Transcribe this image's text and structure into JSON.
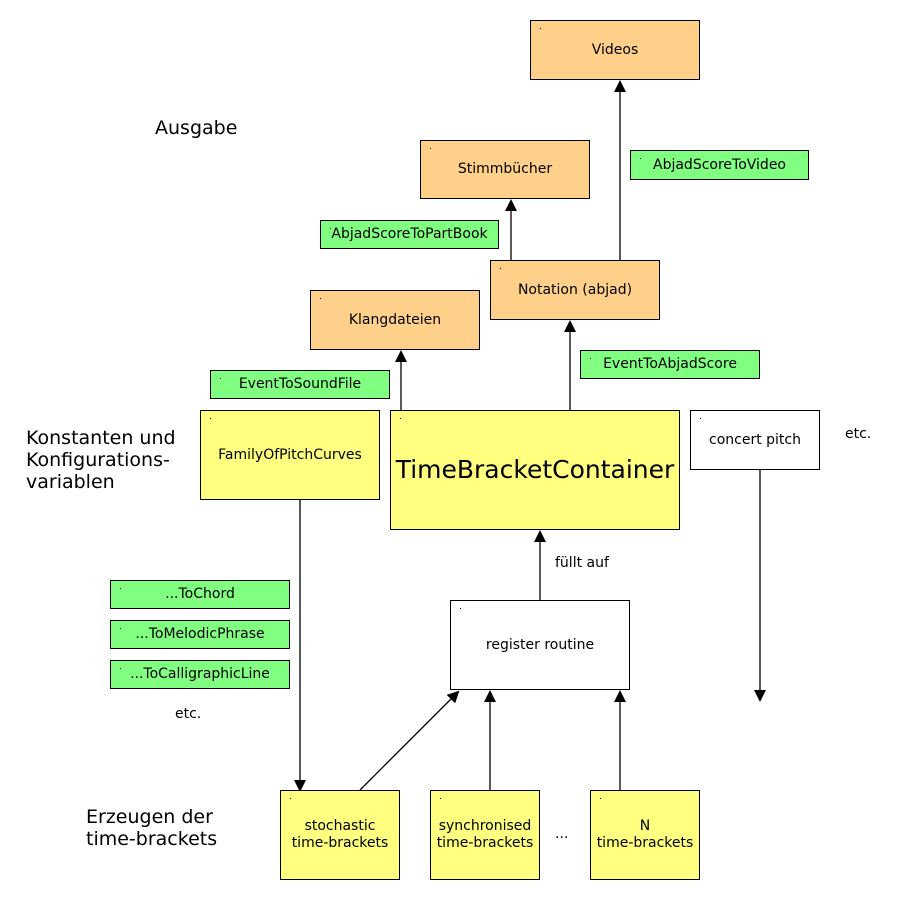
{
  "labels": {
    "ausgabe": "Ausgabe",
    "konstanten_line1": "Konstanten und",
    "konstanten_line2": "Konfigurations-",
    "konstanten_line3": "variablen",
    "erzeugen_line1": "Erzeugen der",
    "erzeugen_line2": "time-brackets"
  },
  "output_boxes": {
    "videos": "Videos",
    "stimmbuecher": "Stimmbücher",
    "notation": "Notation (abjad)",
    "klangdateien": "Klangdateien"
  },
  "converters": {
    "abjad_score_to_video": "AbjadScoreToVideo",
    "abjad_score_to_part_book": "AbjadScoreToPartBook",
    "event_to_abjad_score": "EventToAbjadScore",
    "event_to_sound_file": "EventToSoundFile",
    "to_chord": "...ToChord",
    "to_melodic_phrase": "...ToMelodicPhrase",
    "to_calligraphic_line": "...ToCalligraphicLine",
    "etc": "etc."
  },
  "constants": {
    "family_of_pitch_curves": "FamilyOfPitchCurves",
    "time_bracket_container": "TimeBracketContainer",
    "concert_pitch": "concert pitch",
    "etc": "etc."
  },
  "registration": {
    "register_routine": "register routine",
    "fuellt_auf": "füllt auf"
  },
  "generators": {
    "stochastic_line1": "stochastic",
    "stochastic_line2": "time-brackets",
    "synchronised_line1": "synchronised",
    "synchronised_line2": "time-brackets",
    "ellipsis": "...",
    "n_line1": "N",
    "n_line2": "time-brackets"
  },
  "colors": {
    "output": "#ffd08a",
    "constant": "#ffff80",
    "converter": "#80ff80",
    "neutral": "#ffffff"
  }
}
